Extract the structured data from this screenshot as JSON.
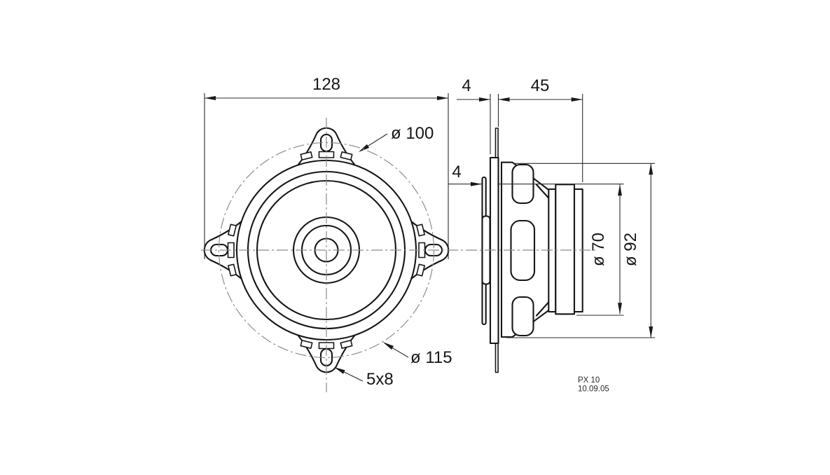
{
  "drawing": {
    "front_view": {
      "overall_width": "128",
      "front_diameter": "ø 100",
      "bolt_circle_diameter": "ø 115",
      "slot_size": "5x8"
    },
    "side_view": {
      "flange_thickness": "4",
      "mounting_depth": "45",
      "front_protrusion": "4",
      "magnet_diameter": "ø 70",
      "basket_diameter": "ø 92"
    },
    "title_block": {
      "model": "PX 10",
      "date": "10.09.05"
    }
  }
}
